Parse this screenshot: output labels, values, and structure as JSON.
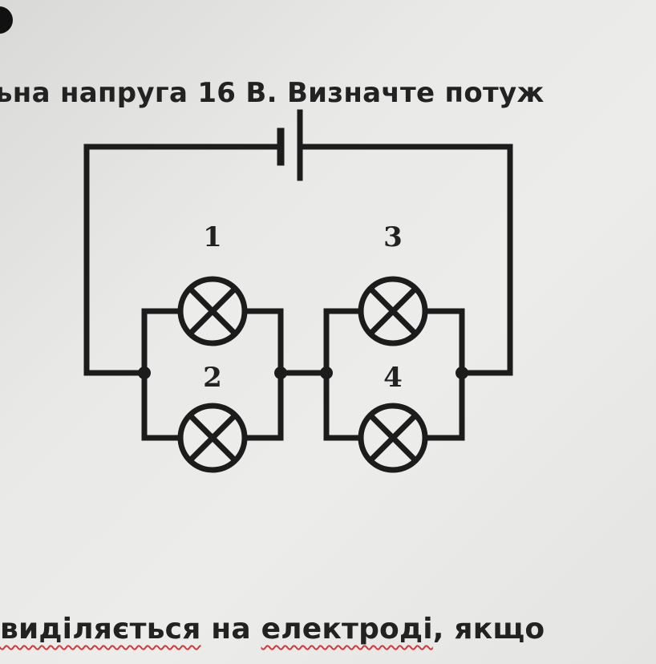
{
  "text": {
    "top_line": "ьна напруга 16 В. Визначте потуж",
    "bottom_line_prefix": "",
    "bottom_word_1": "виділяється",
    "bottom_word_2": " на ",
    "bottom_word_3": "електроді",
    "bottom_word_4": ", якщо"
  },
  "circuit": {
    "lamp_labels": [
      "1",
      "2",
      "3",
      "4"
    ]
  },
  "colors": {
    "ink": "#222222",
    "spellcheck_underline": "#d23a3a"
  }
}
